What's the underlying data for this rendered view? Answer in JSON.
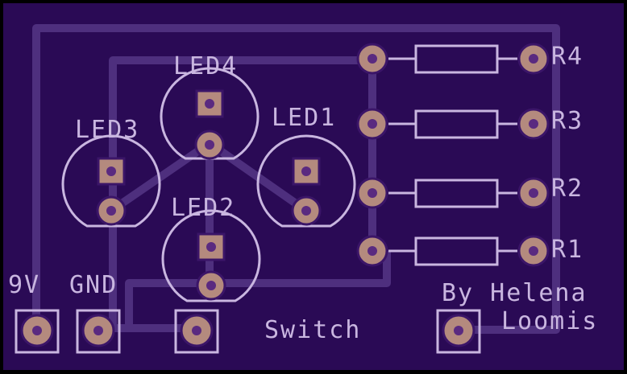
{
  "board": {
    "colors": {
      "substrate": "#2a0a55",
      "silkscreen": "#c9b6e0",
      "trace": "#4e2f7e",
      "pad_copper": "#b48a7e",
      "pad_hole": "#5a2a80"
    }
  },
  "components": {
    "leds": [
      {
        "label": "LED1"
      },
      {
        "label": "LED2"
      },
      {
        "label": "LED3"
      },
      {
        "label": "LED4"
      }
    ],
    "resistors": [
      {
        "label": "R1"
      },
      {
        "label": "R2"
      },
      {
        "label": "R3"
      },
      {
        "label": "R4"
      }
    ]
  },
  "connectors": {
    "power_label": "9V",
    "ground_label": "GND"
  },
  "labels": {
    "switch": "Switch",
    "credit_line1": "By Helena",
    "credit_line2": "Loomis"
  }
}
